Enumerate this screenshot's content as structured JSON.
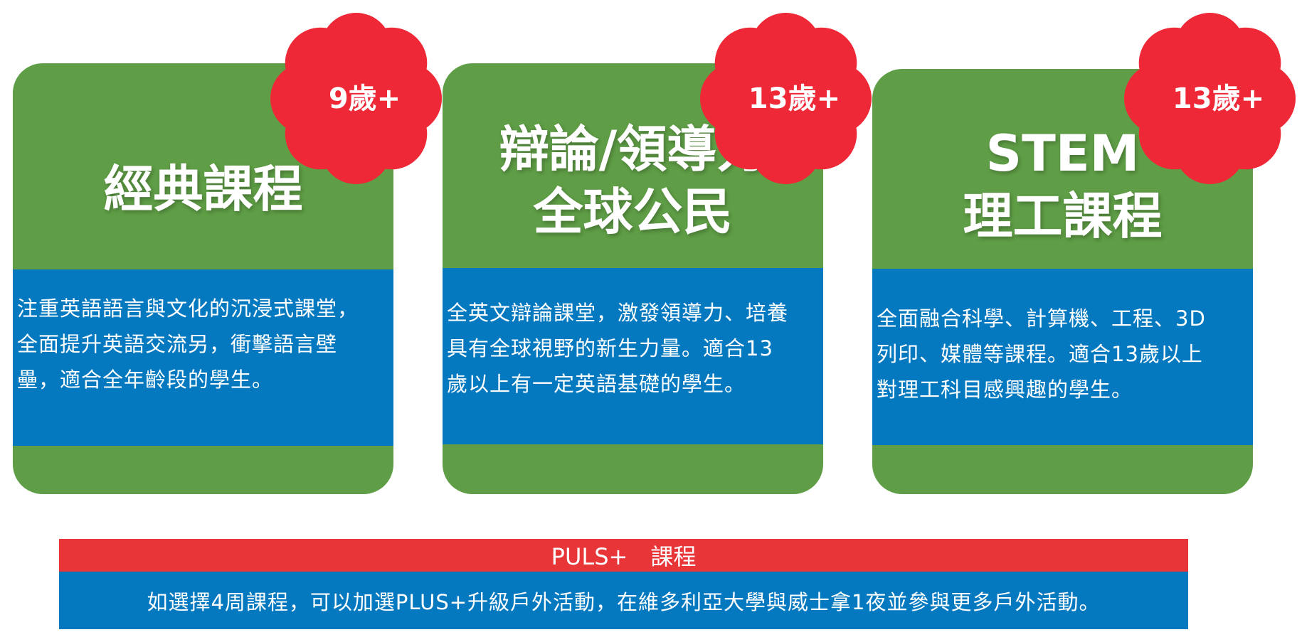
{
  "colors": {
    "card_green": "#5f9e46",
    "card_blue": "#0479bf",
    "badge_red": "#ee2836",
    "banner_red": "#e73538"
  },
  "cards": [
    {
      "title_lines": [
        "經典課程"
      ],
      "age": "9歲+",
      "desc_lines": [
        "注重英語語言與文化的沉浸式課堂，",
        "全面提升英語交流另，衝擊語言壁",
        "壘，適合全年齡段的學生。"
      ]
    },
    {
      "title_lines": [
        "辯論/領導力",
        "全球公民"
      ],
      "age": "13歲+",
      "desc_lines": [
        "全英文辯論課堂，激發領導力、培養",
        "具有全球視野的新生力量。適合13",
        "歲以上有一定英語基礎的學生。"
      ]
    },
    {
      "title_lines": [
        "STEM",
        "理工課程"
      ],
      "age": "13歲+",
      "desc_lines": [
        "全面融合科學、計算機、工程、3D",
        "列印、媒體等課程。適合13歲以上",
        "對理工科目感興趣的學生。"
      ]
    }
  ],
  "plus": {
    "title": "PULS+　課程",
    "text": "如選擇4周課程，可以加選PLUS+升級戶外活動，在維多利亞大學與威士拿1夜並參與更多戶外活動。"
  }
}
